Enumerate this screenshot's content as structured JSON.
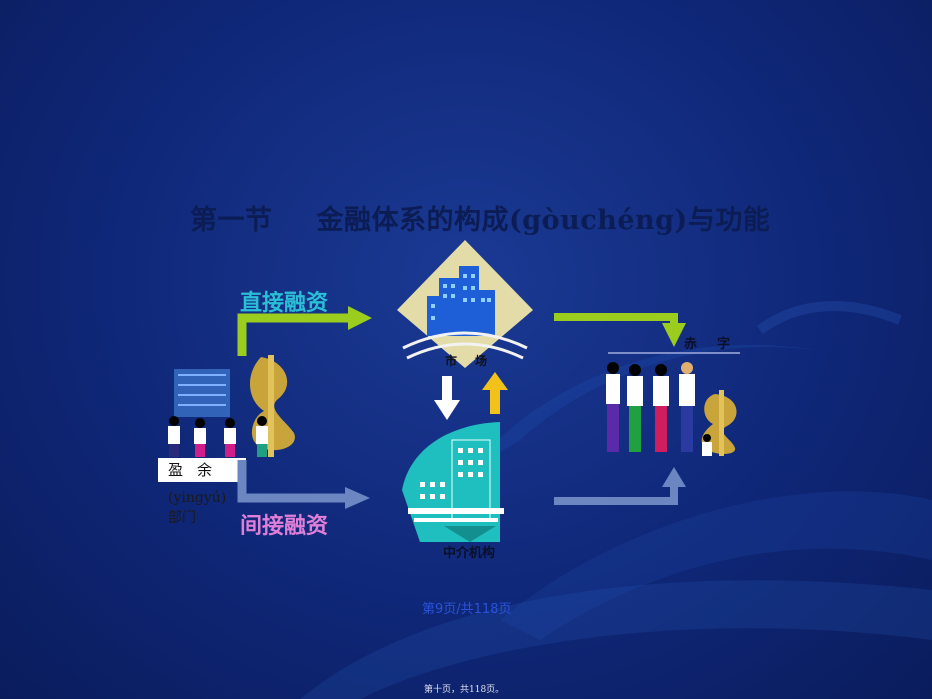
{
  "title_part1": "第一节",
  "title_part2": "金融体系的构成(gòuchéng)与功能",
  "direct_financing": "直接融资",
  "indirect_financing": "间接融资",
  "market": "市场",
  "agency": "中介机构",
  "deficit": "赤字",
  "surplus": "盈余",
  "surplus_sub": "(yingyú)部门",
  "page_note": "第9页/共118页",
  "page_footer": "第十页，共118页。",
  "colors": {
    "direct_arrow": "#9acd1e",
    "indirect_arrow": "#6c86c2",
    "down_arrow": "#ffffff",
    "up_arrow": "#f2c21a",
    "building_cyan": "#1fbfbf"
  }
}
